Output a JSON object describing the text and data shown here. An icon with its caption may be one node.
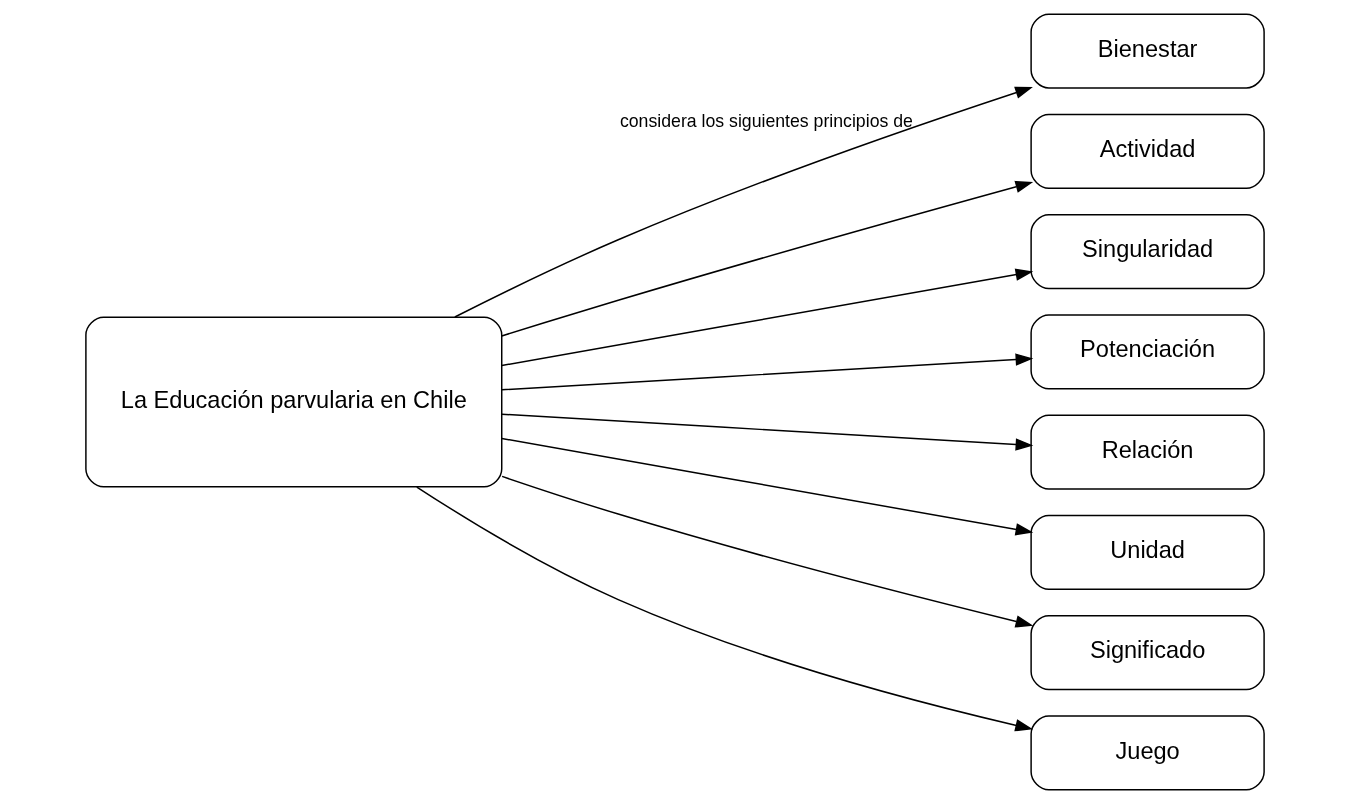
{
  "diagram": {
    "nodes": [
      {
        "text": [
          "La Educación parvularia en Chile"
        ]
      },
      {
        "text": [
          "Bienestar"
        ]
      },
      {
        "text": [
          "Actividad"
        ]
      },
      {
        "text": [
          "Singularidad"
        ]
      },
      {
        "text": [
          "Potenciación"
        ]
      },
      {
        "text": [
          "Relación"
        ]
      },
      {
        "text": [
          "Unidad"
        ]
      },
      {
        "text": [
          "Significado"
        ]
      },
      {
        "text": [
          "Juego"
        ]
      }
    ],
    "edges": [
      {
        "from": 0,
        "to": 1,
        "arrow": "to",
        "label": "considera los siguientes principios de"
      },
      {
        "from": 0,
        "to": 2,
        "arrow": "to"
      },
      {
        "from": 0,
        "to": 3,
        "arrow": "to"
      },
      {
        "from": 0,
        "to": 4,
        "arrow": "to"
      },
      {
        "from": 0,
        "to": 5,
        "arrow": "to"
      },
      {
        "from": 0,
        "to": 6,
        "arrow": "to"
      },
      {
        "from": 0,
        "to": 7,
        "arrow": "to"
      },
      {
        "from": 0,
        "to": 8,
        "arrow": "to"
      }
    ]
  }
}
